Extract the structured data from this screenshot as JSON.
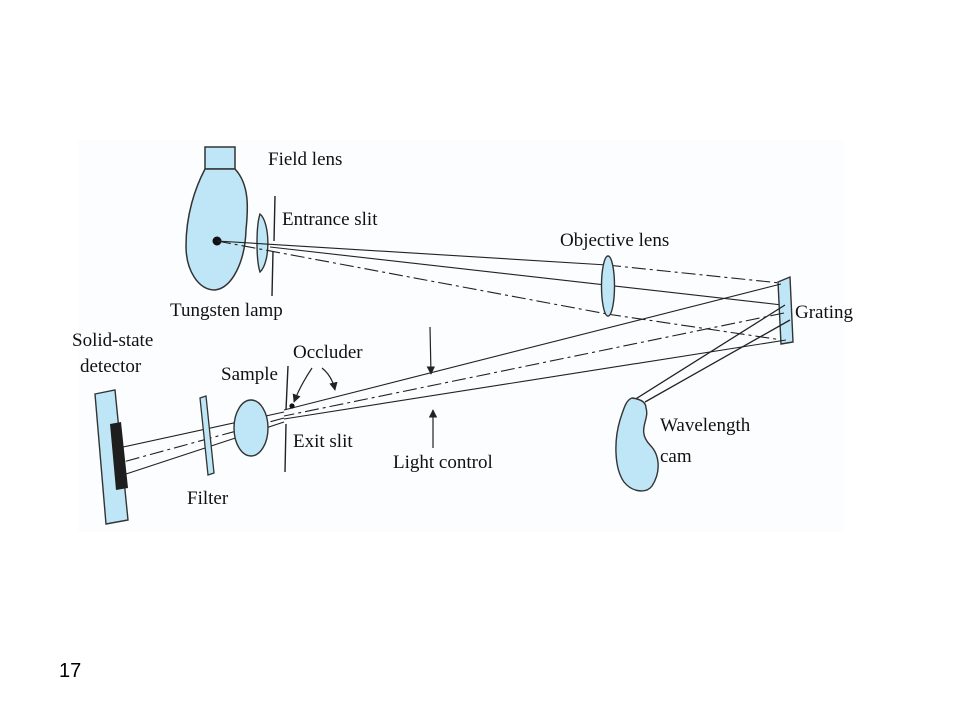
{
  "colors": {
    "component_fill": "#bfe6f7",
    "outline": "#333333",
    "panel": "#fbfdfe"
  },
  "labels": {
    "field_lens": "Field lens",
    "entrance_slit": "Entrance slit",
    "tungsten_lamp": "Tungsten lamp",
    "objective_lens": "Objective lens",
    "grating": "Grating",
    "solid_state_detector_line1": "Solid-state",
    "solid_state_detector_line2": "detector",
    "sample": "Sample",
    "occluder": "Occluder",
    "exit_slit": "Exit slit",
    "light_control": "Light control",
    "wavelength_cam_line1": "Wavelength",
    "wavelength_cam_line2": "cam",
    "filter": "Filter"
  },
  "page_number": "17"
}
